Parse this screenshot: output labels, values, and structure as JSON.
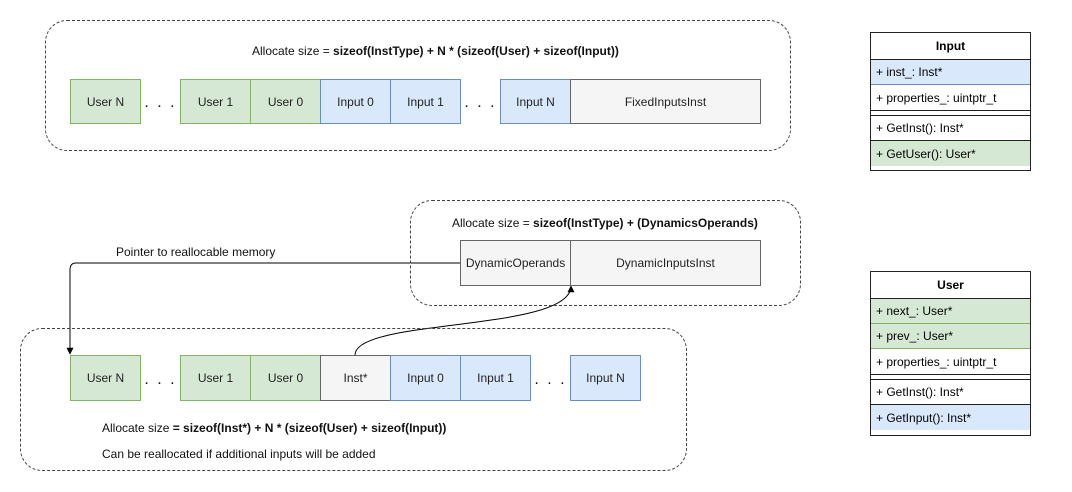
{
  "top": {
    "caption_prefix": "Allocate size = ",
    "caption_bold": "sizeof(InstType) + N * (sizeof(User) + sizeof(Input))",
    "cells": [
      "User N",
      "User 1",
      "User 0",
      "Input 0",
      "Input 1",
      "Input N",
      "FixedInputsInst"
    ],
    "dots": ". . ."
  },
  "dynamic": {
    "caption_prefix": "Allocate size = ",
    "caption_bold": "sizeof(InstType) + (DynamicsOperands)",
    "cells": [
      "DynamicOperands",
      "DynamicInputsInst"
    ],
    "pointer_label": "Pointer to reallocable memory"
  },
  "bottom": {
    "cells": [
      "User N",
      "User 1",
      "User 0",
      "Inst*",
      "Input 0",
      "Input 1",
      "Input N"
    ],
    "dots": ". . .",
    "caption_prefix": "Allocate size ",
    "caption_bold": "= sizeof(Inst*) + N * (sizeof(User) + sizeof(Input))",
    "note": "Can be reallocated if additional inputs will be added"
  },
  "input_class": {
    "title": "Input",
    "fields": [
      "+ inst_: Inst*",
      "+ properties_: uintptr_t"
    ],
    "methods": [
      "+ GetInst(): Inst*",
      "+ GetUser(): User*"
    ]
  },
  "user_class": {
    "title": "User",
    "fields": [
      "+ next_: User*",
      "+ prev_: User*",
      "+ properties_: uintptr_t"
    ],
    "methods": [
      "+ GetInst(): Inst*",
      "+ GetInput(): Inst*"
    ]
  },
  "colors": {
    "user_fill": "#d5e8d4",
    "input_fill": "#dae8fc",
    "inst_fill": "#f5f5f5"
  }
}
